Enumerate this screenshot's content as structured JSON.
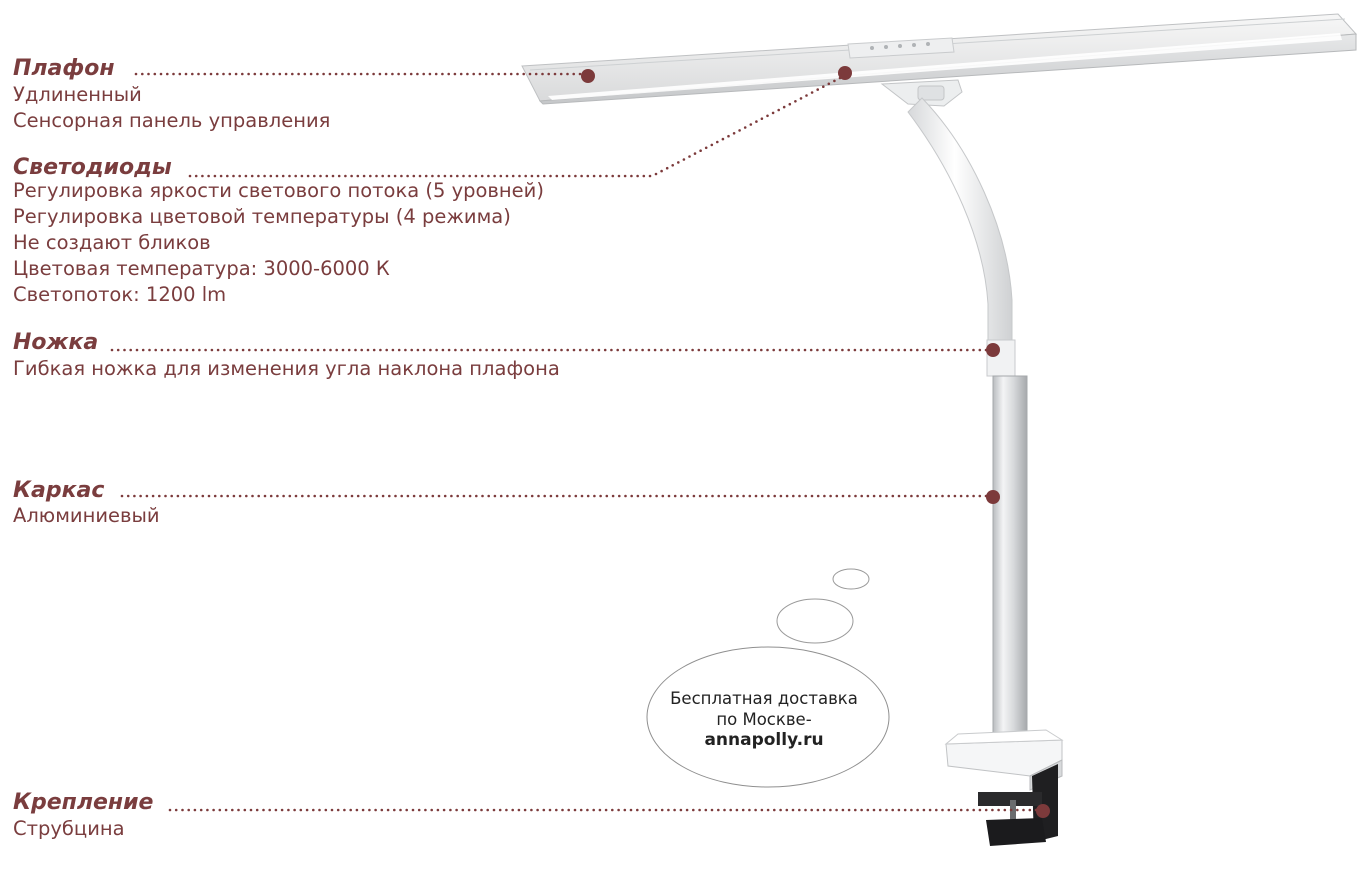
{
  "features": [
    {
      "title": "Плафон",
      "lines": [
        "Удлиненный",
        "Сенсорная панель управления"
      ]
    },
    {
      "title": "Светодиоды",
      "lines": [
        "Регулировка яркости светового потока (5 уровней)",
        "Регулировка цветовой температуры (4 режима)",
        "Не создают бликов",
        "Цветовая температура: 3000-6000 К",
        "Светопоток: 1200 lm"
      ]
    },
    {
      "title": "Ножка",
      "lines": [
        "Гибкая ножка для изменения угла наклона плафона"
      ]
    },
    {
      "title": "Каркас",
      "lines": [
        "Алюминиевый"
      ]
    },
    {
      "title": "Крепление",
      "lines": [
        "Струбцина"
      ]
    }
  ],
  "promo": {
    "line1": "Бесплатная доставка",
    "line2": "по Москве-",
    "site": "annapolly.ru"
  },
  "colors": {
    "accent": "#7a3d3e",
    "marker": "#7c3a3b",
    "promo_text": "#222222"
  }
}
